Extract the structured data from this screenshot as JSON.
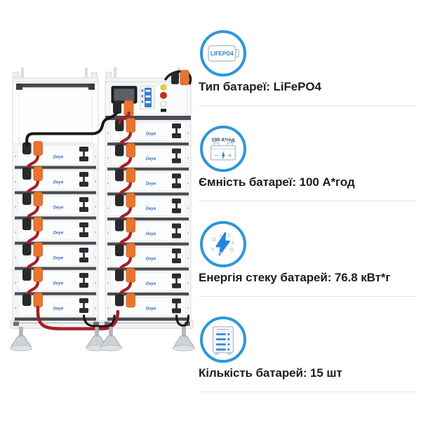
{
  "features": [
    {
      "title": "Тип батареї: LiFePO4",
      "icon": "lifepo4-battery-icon",
      "icon_text": "LIFEPO4"
    },
    {
      "title": "Ємність батареї: 100 А*год",
      "icon": "battery-capacity-icon",
      "icon_text": "100 А*год"
    },
    {
      "title": "Енергія стеку батарей: 76.8 кВт*г",
      "icon": "energy-bolt-icon"
    },
    {
      "title": "Кількість батарей: 15 шт",
      "icon": "battery-cabinet-icon"
    }
  ],
  "illustration": {
    "brand": "Deye",
    "left_tower_modules": 7,
    "right_tower_modules": 8,
    "total_modules": 15
  },
  "colors": {
    "accent_blue": "#2e96d9",
    "bolt_blue": "#2186dd",
    "icon_navy": "#20415f",
    "deye_blue": "#3f6fc0",
    "cable_red": "#a81e24",
    "connector_orange": "#e9742e",
    "connector_black": "#28292b",
    "cable_black": "#17181a",
    "cabinet_blue": "#3f88d4",
    "icon_outline": "#c7cacd",
    "title_text": "#1d1d1f",
    "divider": "#e3e3e5"
  }
}
